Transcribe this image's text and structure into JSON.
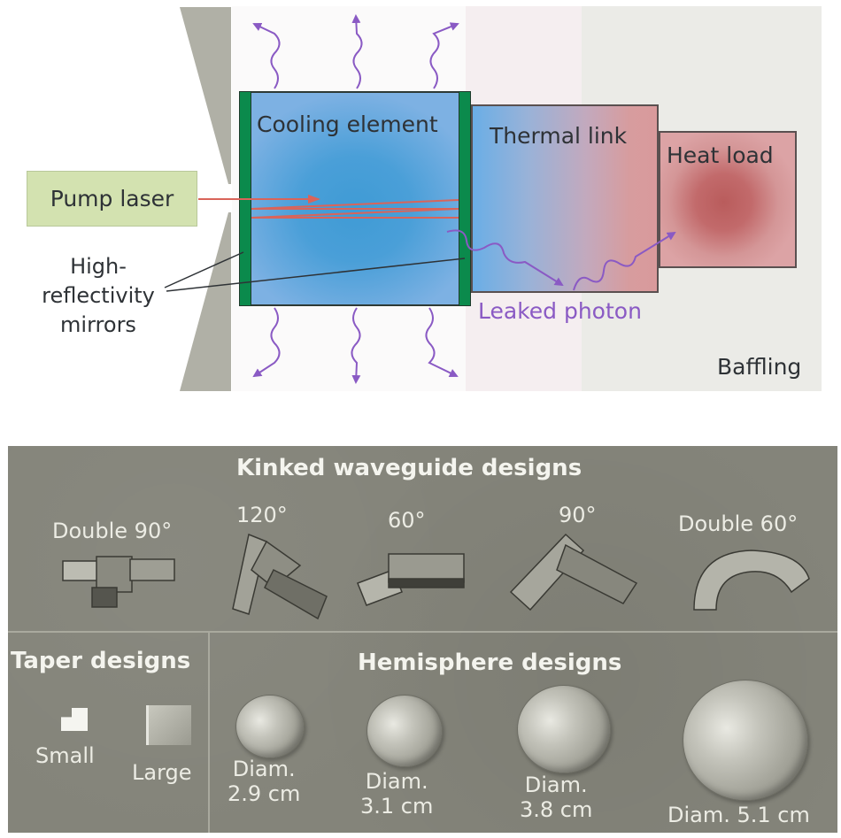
{
  "schematic": {
    "pump_laser": {
      "label": "Pump laser"
    },
    "cooling_element": {
      "label": "Cooling element"
    },
    "thermal_link": {
      "label": "Thermal link"
    },
    "heat_load": {
      "label": "Heat load"
    },
    "mirrors_label": {
      "line1": "High-",
      "line2": "reflectivity",
      "line3": "mirrors"
    },
    "leaked_photon": {
      "label": "Leaked photon"
    },
    "baffling": {
      "label": "Baffling"
    },
    "colors": {
      "pump_box": "#d3e2b0",
      "cooling": "#4a9fd8",
      "mirror": "#0b8a4c",
      "heat_load": "#c26a6b",
      "photon": "#8a5ac4",
      "laser_beam": "#d9645a",
      "baffle": "#b0b0a6"
    }
  },
  "photo_panel": {
    "kinked": {
      "title": "Kinked waveguide designs",
      "items": [
        {
          "label": "Double 90°"
        },
        {
          "label": "120°"
        },
        {
          "label": "60°"
        },
        {
          "label": "90°"
        },
        {
          "label": "Double 60°"
        }
      ]
    },
    "taper": {
      "title": "Taper designs",
      "items": [
        {
          "label": "Small"
        },
        {
          "label": "Large"
        }
      ]
    },
    "hemisphere": {
      "title": "Hemisphere designs",
      "items": [
        {
          "line1": "Diam.",
          "line2": "2.9 cm"
        },
        {
          "line1": "Diam.",
          "line2": "3.1 cm"
        },
        {
          "line1": "Diam.",
          "line2": "3.8 cm"
        },
        {
          "label": "Diam. 5.1 cm"
        }
      ]
    }
  }
}
